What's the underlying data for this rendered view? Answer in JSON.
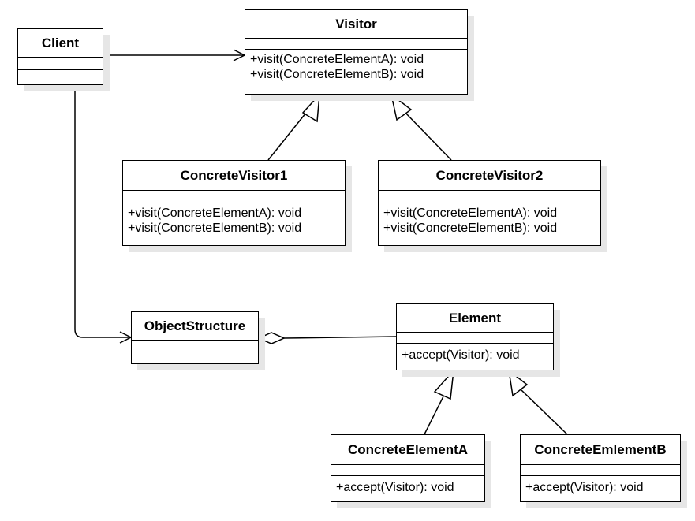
{
  "classes": {
    "client": {
      "name": "Client",
      "operations": []
    },
    "visitor": {
      "name": "Visitor",
      "operations": [
        "+visit(ConcreteElementA): void",
        "+visit(ConcreteElementB): void"
      ]
    },
    "concrete_visitor_1": {
      "name": "ConcreteVisitor1",
      "operations": [
        "+visit(ConcreteElementA): void",
        "+visit(ConcreteElementB): void"
      ]
    },
    "concrete_visitor_2": {
      "name": "ConcreteVisitor2",
      "operations": [
        "+visit(ConcreteElementA): void",
        "+visit(ConcreteElementB): void"
      ]
    },
    "object_structure": {
      "name": "ObjectStructure",
      "operations": []
    },
    "element": {
      "name": "Element",
      "operations": [
        "+accept(Visitor): void"
      ]
    },
    "concrete_element_a": {
      "name": "ConcreteElementA",
      "operations": [
        "+accept(Visitor): void"
      ]
    },
    "concrete_element_b": {
      "name": "ConcreteEmlementB",
      "operations": [
        "+accept(Visitor): void"
      ]
    }
  },
  "relationships": [
    {
      "type": "association",
      "from": "Client",
      "to": "Visitor"
    },
    {
      "type": "association",
      "from": "Client",
      "to": "ObjectStructure"
    },
    {
      "type": "generalization",
      "from": "ConcreteVisitor1",
      "to": "Visitor"
    },
    {
      "type": "generalization",
      "from": "ConcreteVisitor2",
      "to": "Visitor"
    },
    {
      "type": "aggregation",
      "from": "Element",
      "to": "ObjectStructure"
    },
    {
      "type": "generalization",
      "from": "ConcreteElementA",
      "to": "Element"
    },
    {
      "type": "generalization",
      "from": "ConcreteEmlementB",
      "to": "Element"
    }
  ]
}
